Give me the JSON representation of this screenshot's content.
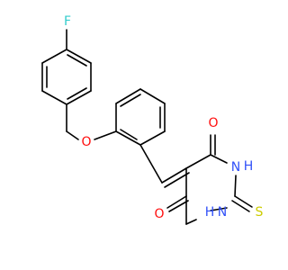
{
  "molecule": {
    "atoms": [
      {
        "id": "F",
        "label": "F",
        "color": "#33cccc"
      },
      {
        "id": "O_ether",
        "label": "O",
        "color": "#ff0d0d"
      },
      {
        "id": "O_upper",
        "label": "O",
        "color": "#ff0d0d"
      },
      {
        "id": "O_lower",
        "label": "O",
        "color": "#ff0d0d"
      },
      {
        "id": "NH_upper",
        "label": "N",
        "color": "#3050f8"
      },
      {
        "id": "H_upper",
        "label": "H",
        "color": "#3050f8"
      },
      {
        "id": "NH_lower",
        "label": "N",
        "color": "#3050f8"
      },
      {
        "id": "H_lower",
        "label": "H",
        "color": "#3050f8"
      },
      {
        "id": "S",
        "label": "S",
        "color": "#cccc00"
      }
    ],
    "bond_color": "#000000"
  }
}
